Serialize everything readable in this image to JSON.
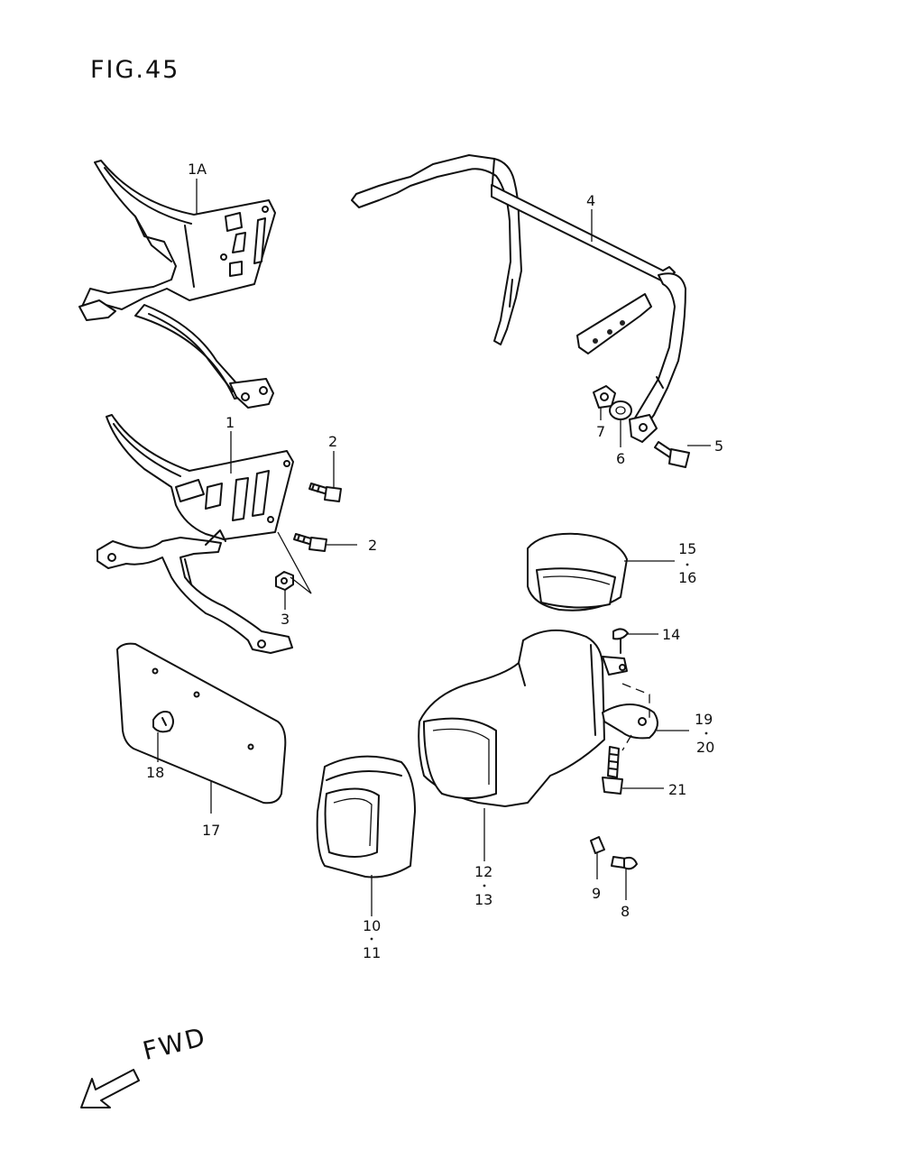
{
  "figure": {
    "title": "FIG.45"
  },
  "direction": {
    "label": "FWD"
  },
  "callouts": [
    {
      "id": "1A",
      "text": "1A"
    },
    {
      "id": "1",
      "text": "1"
    },
    {
      "id": "2a",
      "text": "2"
    },
    {
      "id": "2b",
      "text": "2"
    },
    {
      "id": "3",
      "text": "3"
    },
    {
      "id": "4",
      "text": "4"
    },
    {
      "id": "5",
      "text": "5"
    },
    {
      "id": "6",
      "text": "6"
    },
    {
      "id": "7",
      "text": "7"
    },
    {
      "id": "8",
      "text": "8"
    },
    {
      "id": "9",
      "text": "9"
    },
    {
      "id": "10",
      "text": "10"
    },
    {
      "id": "11",
      "text": "11"
    },
    {
      "id": "12",
      "text": "12"
    },
    {
      "id": "13",
      "text": "13"
    },
    {
      "id": "14",
      "text": "14"
    },
    {
      "id": "15",
      "text": "15"
    },
    {
      "id": "16",
      "text": "16"
    },
    {
      "id": "17",
      "text": "17"
    },
    {
      "id": "18",
      "text": "18"
    },
    {
      "id": "19",
      "text": "19"
    },
    {
      "id": "20",
      "text": "20"
    },
    {
      "id": "21",
      "text": "21"
    }
  ]
}
